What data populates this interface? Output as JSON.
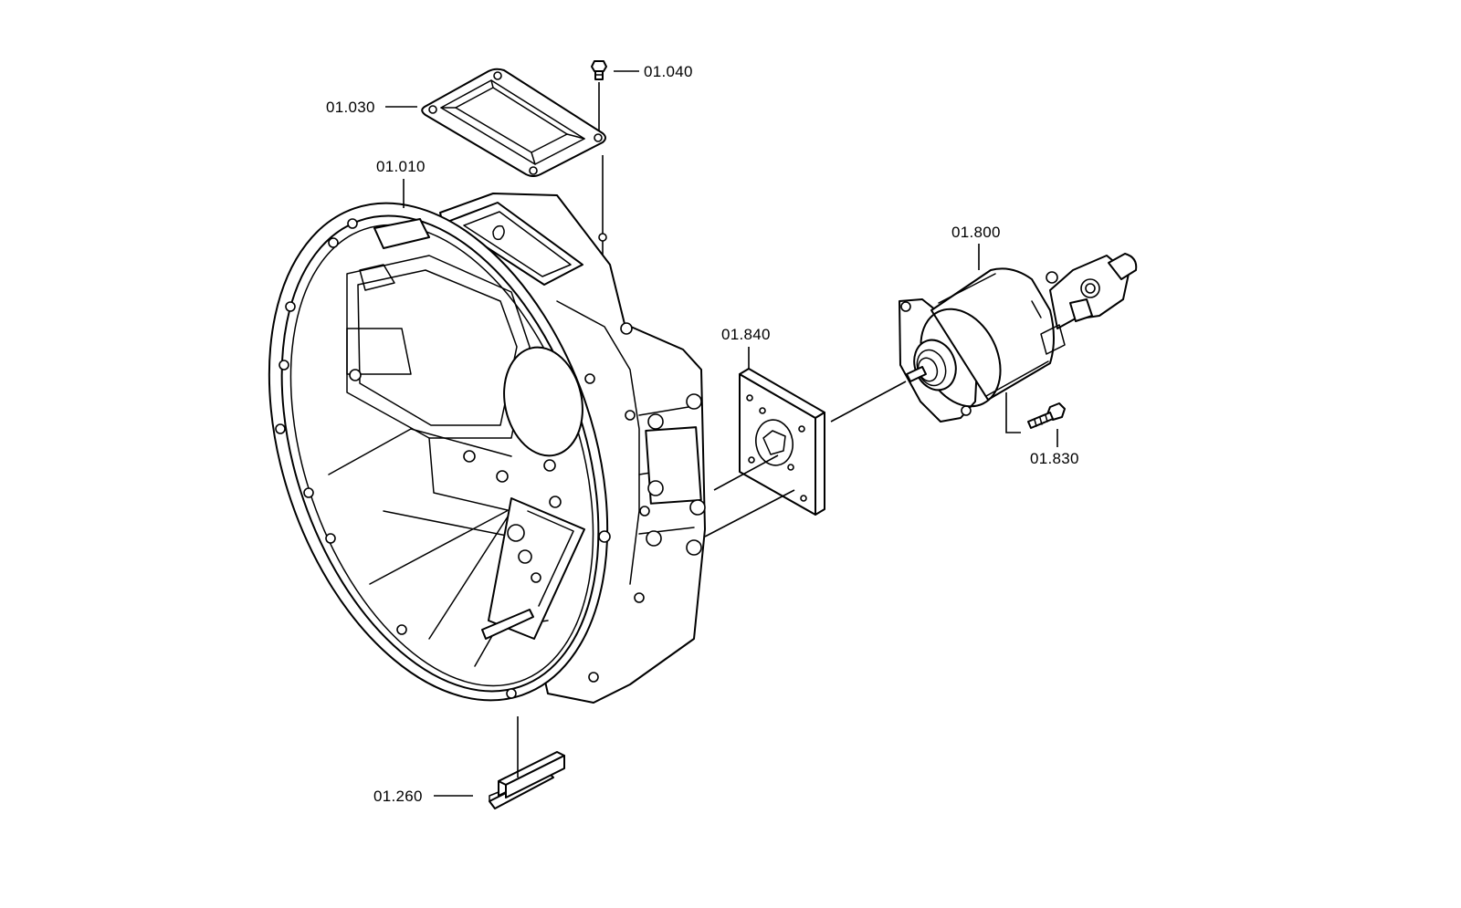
{
  "parts": {
    "p01040": "01.040",
    "p01030": "01.030",
    "p01010": "01.010",
    "p01800": "01.800",
    "p01840": "01.840",
    "p01830": "01.830",
    "p01260": "01.260"
  }
}
